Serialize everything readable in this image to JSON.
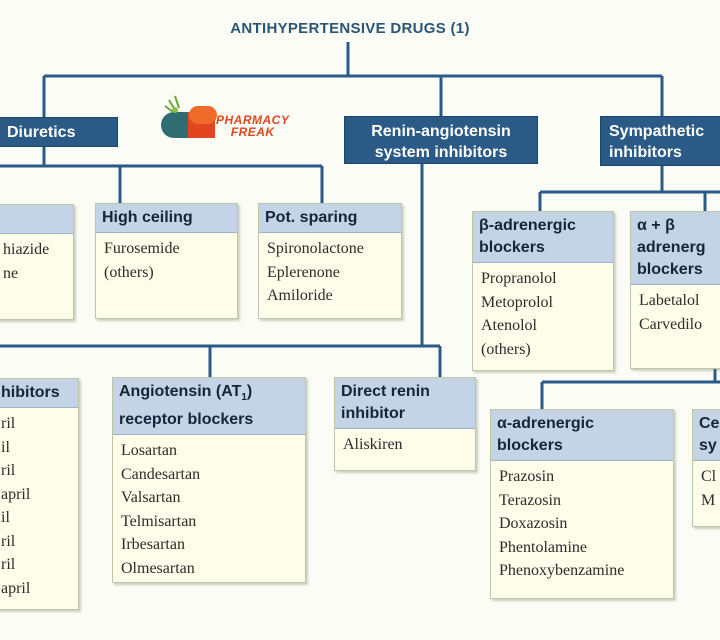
{
  "title": "ANTIHYPERTENSIVE DRUGS (1)",
  "logo": {
    "line1": "PHARMACY",
    "line2": "FREAK"
  },
  "categories": {
    "diuretics": "Diuretics",
    "ras": {
      "line1": "Renin-angiotensin",
      "line2": "system inhibitors"
    },
    "sympathetic": {
      "line1": "Sympathetic",
      "line2": "inhibitors"
    }
  },
  "thiazide": {
    "items": [
      "hiazide",
      "ne"
    ]
  },
  "high_ceiling": {
    "header": "High ceiling",
    "items": [
      "Furosemide",
      "(others)"
    ]
  },
  "pot_sparing": {
    "header": "Pot. sparing",
    "items": [
      "Spironolactone",
      "Eplerenone",
      "Amiloride"
    ]
  },
  "beta_blockers": {
    "header_line1": "β-adrenergic",
    "header_line2": "blockers",
    "items": [
      "Propranolol",
      "Metoprolol",
      "Atenolol",
      "(others)"
    ]
  },
  "alpha_beta_blockers": {
    "header_line1": "α + β",
    "header_line2": "adrenerg",
    "header_line3": "blockers",
    "items": [
      "Labetalol",
      "Carvedilo"
    ]
  },
  "ace_inhibitors": {
    "header": "hibitors",
    "items": [
      "ril",
      "il",
      "ril",
      "april",
      "il",
      "ril",
      "ril",
      "april"
    ]
  },
  "arb": {
    "header_line1": "Angiotensin (AT",
    "header_sub": "1",
    "header_line1_end": ")",
    "header_line2": "receptor blockers",
    "items": [
      "Losartan",
      "Candesartan",
      "Valsartan",
      "Telmisartan",
      "Irbesartan",
      "Olmesartan"
    ]
  },
  "renin_inhibitor": {
    "header_line1": "Direct renin",
    "header_line2": "inhibitor",
    "items": [
      "Aliskiren"
    ]
  },
  "alpha_blockers": {
    "header_line1": "α-adrenergic",
    "header_line2": "blockers",
    "items": [
      "Prazosin",
      "Terazosin",
      "Doxazosin",
      "Phentolamine",
      "Phenoxybenzamine"
    ]
  },
  "central": {
    "header_line1": "Ce",
    "header_line2": "sy",
    "items": [
      "Cl",
      "M"
    ]
  },
  "colors": {
    "dark_box": "#2a5a85",
    "line": "#2a5a85",
    "header": "#c4d3e6",
    "body": "#fdfde9",
    "title": "#2a5574",
    "logo_orange": "#e2451f",
    "logo_teal": "#2f6d73"
  }
}
